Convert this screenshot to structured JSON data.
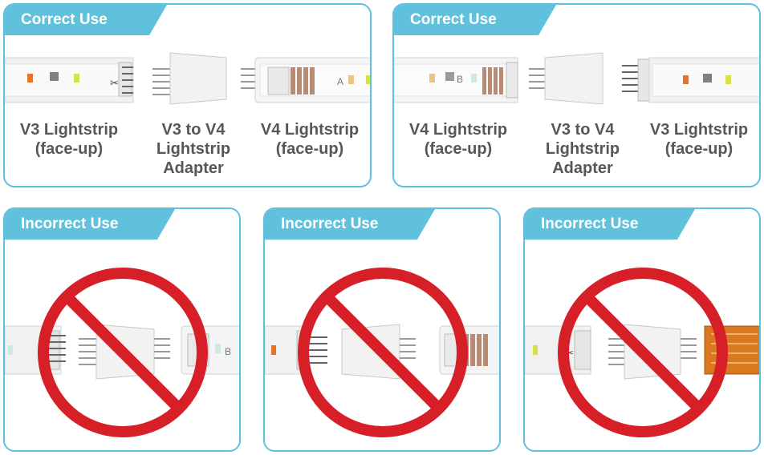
{
  "colors": {
    "accent": "#5fc1dc",
    "prohibit": "#d71f27",
    "label_text": "#575757"
  },
  "correct_panels": [
    {
      "tab": "Correct Use",
      "labels": [
        "V3 Lightstrip\n(face-up)",
        "V3 to V4\nLightstrip\nAdapter",
        "V4 Lightstrip\n(face-up)"
      ],
      "strip_letter": "A"
    },
    {
      "tab": "Correct Use",
      "labels": [
        "V4 Lightstrip\n(face-up)",
        "V3 to V4\nLightstrip\nAdapter",
        "V3 Lightstrip\n(face-up)"
      ],
      "strip_letter": "B"
    }
  ],
  "incorrect_panels": [
    {
      "tab": "Incorrect Use",
      "strip_letter": "B",
      "icon": "prohibited-icon"
    },
    {
      "tab": "Incorrect Use",
      "icon": "prohibited-icon"
    },
    {
      "tab": "Incorrect Use",
      "icon": "prohibited-icon"
    }
  ]
}
